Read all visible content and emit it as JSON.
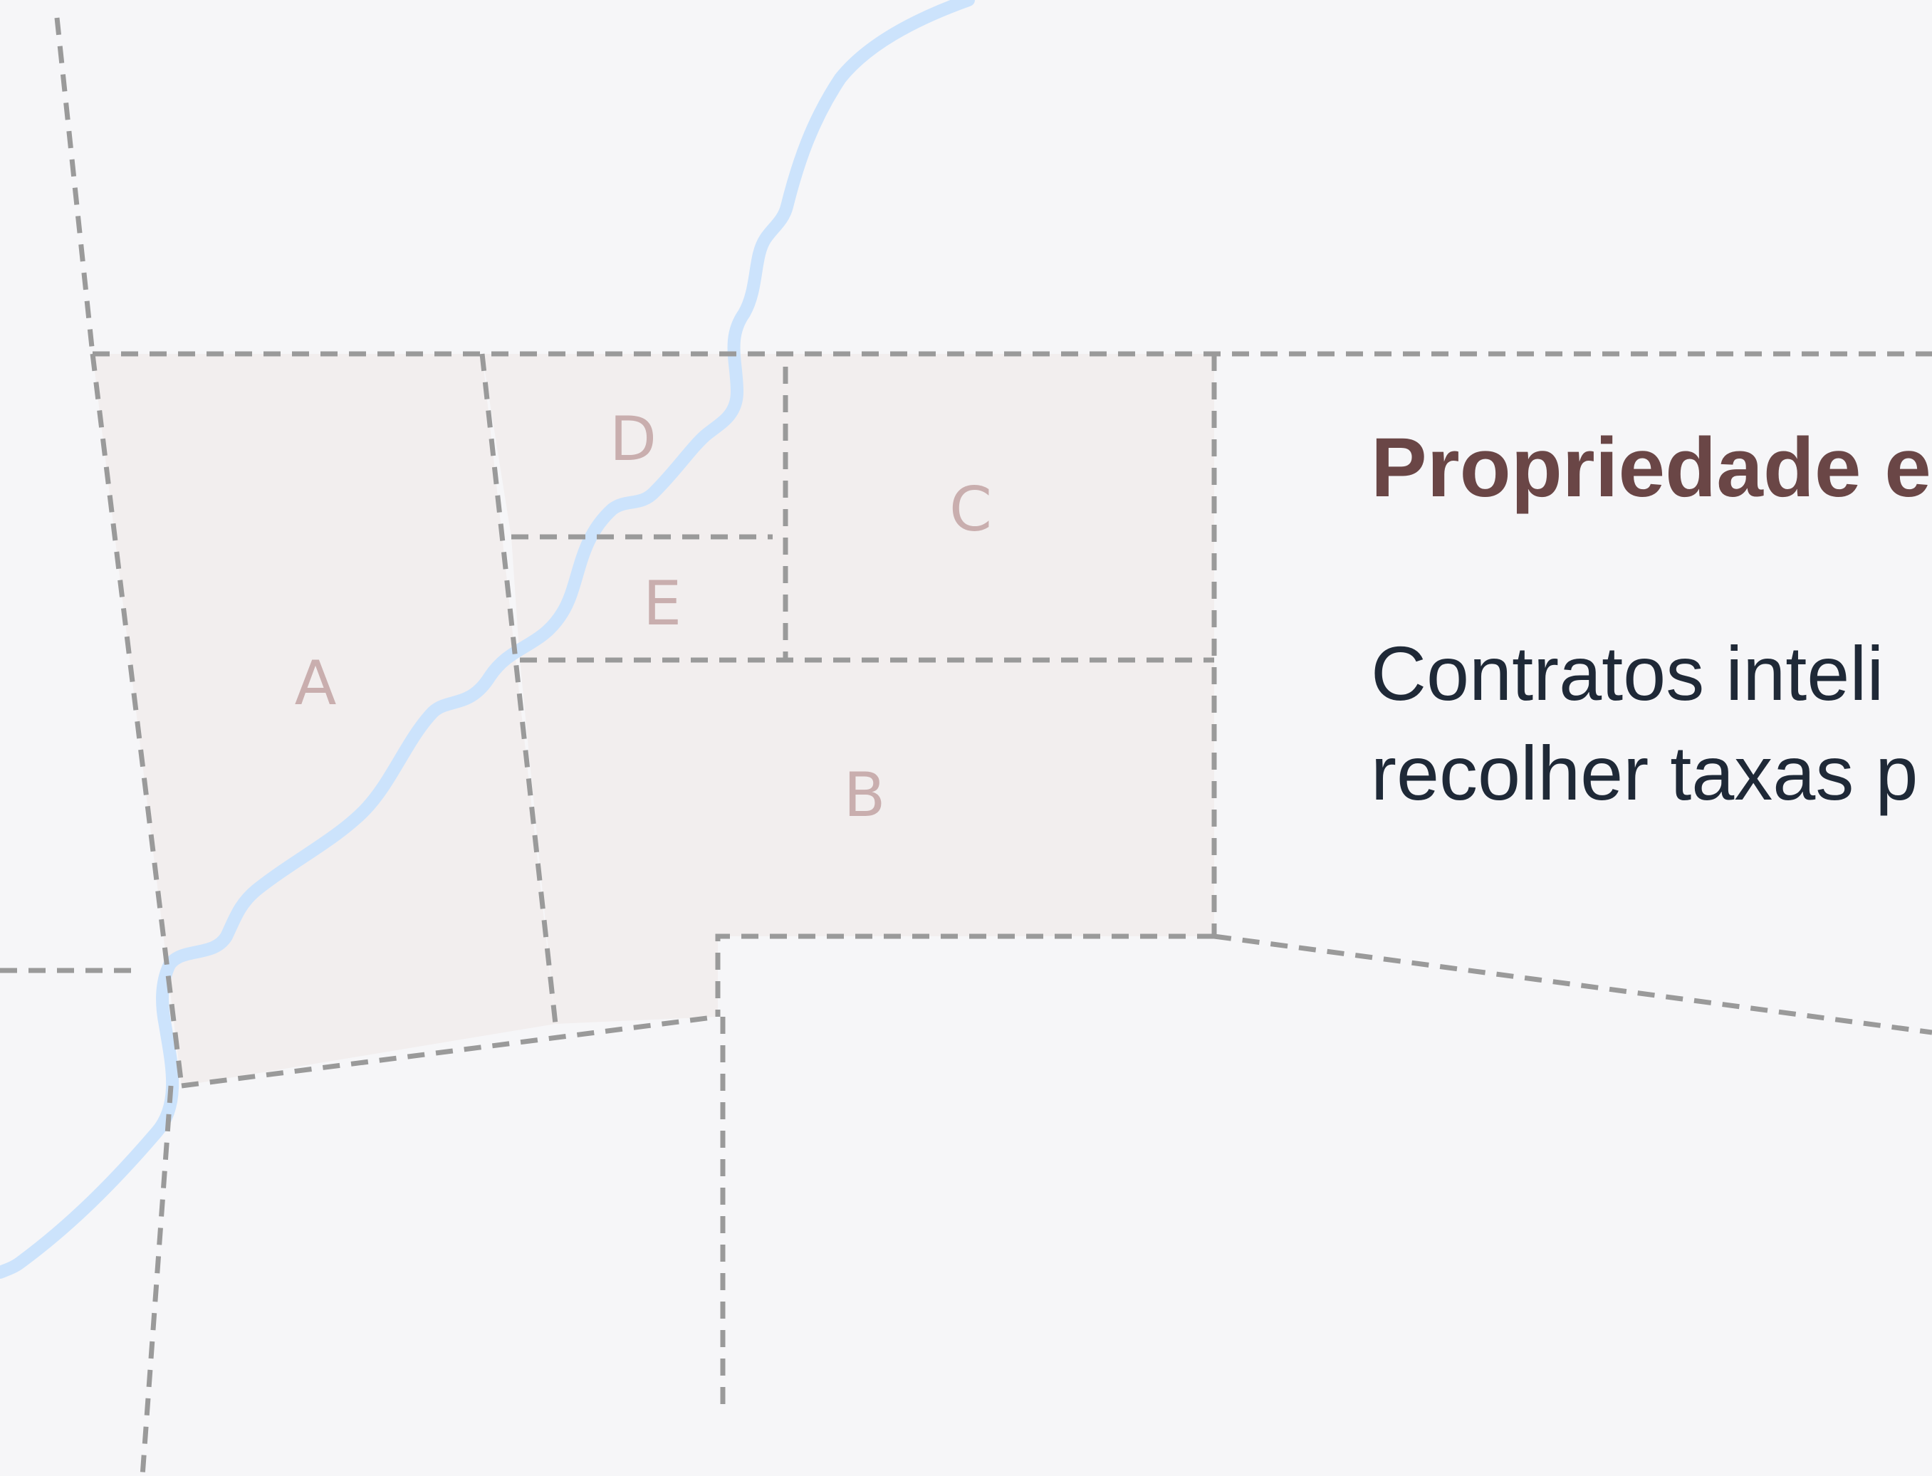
{
  "heading": "Propriedade e",
  "description_lines": [
    "Contratos inteli",
    "recolher taxas p"
  ],
  "parcels": [
    {
      "id": "A",
      "label": "A"
    },
    {
      "id": "B",
      "label": "B"
    },
    {
      "id": "C",
      "label": "C"
    },
    {
      "id": "D",
      "label": "D"
    },
    {
      "id": "E",
      "label": "E"
    }
  ],
  "colors": {
    "background": "#f6f6f8",
    "parcel_fill": "#f2eeee",
    "parcel_label": "#c9aeae",
    "boundary_line": "#9a9a9a",
    "river": "#cce3fc",
    "heading": "#6a4646",
    "body_text": "#1f2937"
  }
}
